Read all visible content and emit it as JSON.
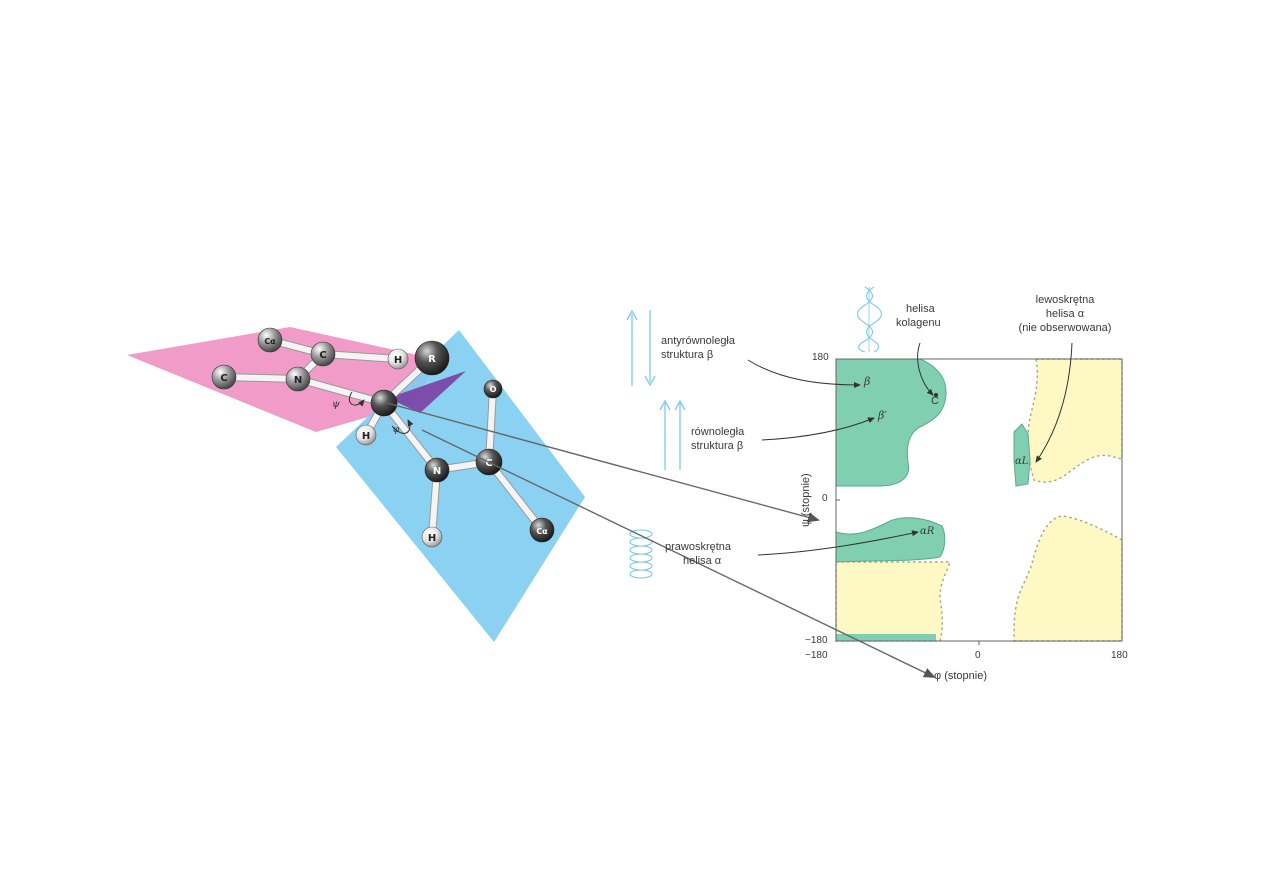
{
  "molecule": {
    "atoms": {
      "c_left": "C",
      "n_left": "N",
      "calpha_top": "Cα",
      "c_mid": "C",
      "h_top": "H",
      "r_group": "R",
      "calpha_center": "",
      "h_center": "H",
      "n_right": "N",
      "c_right": "C",
      "o_right": "O",
      "h_right": "H",
      "calpha_bottom": "Cα"
    },
    "angle_psi": "ψ",
    "angle_phi": "φ"
  },
  "legend": {
    "antiparallel": {
      "line1": "antyrównoległa",
      "line2": "struktura β"
    },
    "parallel": {
      "line1": "równoległa",
      "line2": "struktura β"
    },
    "right_helix": {
      "line1": "prawoskrętna",
      "line2": "helisa α"
    },
    "collagen": {
      "line1": "helisa",
      "line2": "kolagenu"
    },
    "left_helix": {
      "line1": "lewoskrętna",
      "line2": "helisa α",
      "line3": "(nie obserwowana)"
    }
  },
  "plot": {
    "x_axis_title": "φ (stopnie)",
    "y_axis_title": "ψ (stopnie)",
    "x_ticks": [
      "−180",
      "0",
      "180"
    ],
    "y_ticks": [
      "180",
      "0",
      "−180"
    ],
    "region_labels": {
      "beta": "β",
      "beta_prime": "β′",
      "collagen": "C",
      "alpha_r": "αR",
      "alpha_l": "αL"
    },
    "colors": {
      "allowed": "#7fcfb0",
      "allowed_edge": "#5aa98a",
      "partly_allowed": "#fdf8c4",
      "dotted_edge": "#a7a487",
      "frame": "#666666"
    }
  },
  "colors": {
    "pink_plane": "#ef8ac0",
    "blue_plane": "#7ecdf1",
    "purple_wedge": "#7a3ea2",
    "icon_blue": "#7ec8ee",
    "arrow_gray": "#666666"
  }
}
